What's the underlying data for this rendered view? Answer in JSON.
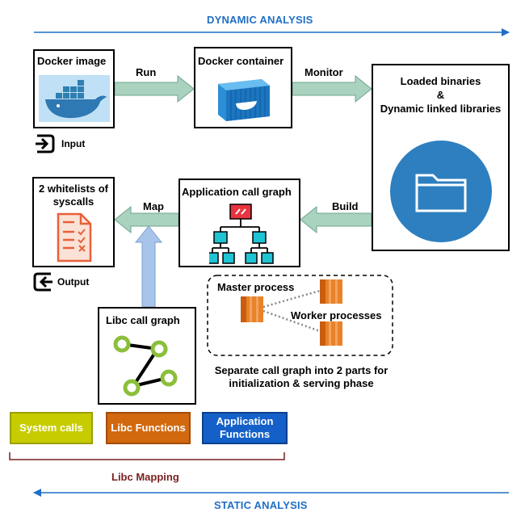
{
  "top_title": "DYNAMIC ANALYSIS",
  "bottom_title": "STATIC ANALYSIS",
  "boxes": {
    "docker_image": "Docker image",
    "docker_container": "Docker container",
    "loaded_binaries_line1": "Loaded binaries",
    "loaded_binaries_line2": "&",
    "loaded_binaries_line3": "Dynamic linked libraries",
    "whitelists_line1": "2 whitelists of",
    "whitelists_line2": "syscalls",
    "app_call_graph": "Application call graph",
    "libc_call_graph": "Libc call graph"
  },
  "arrows": {
    "run": "Run",
    "monitor": "Monitor",
    "build": "Build",
    "map": "Map"
  },
  "io": {
    "input": "Input",
    "output": "Output"
  },
  "process": {
    "master": "Master process",
    "worker": "Worker processes",
    "caption_line1": "Separate call graph into 2 parts for",
    "caption_line2": "initialization & serving phase"
  },
  "mapping": {
    "system_calls": "System calls",
    "libc_functions": "Libc Functions",
    "application_functions_line1": "Application",
    "application_functions_line2": "Functions",
    "libc_mapping": "Libc Mapping"
  },
  "colors": {
    "blue_arrow": "#1f6fc6",
    "green_arrow": "#9cc8b4",
    "system_calls": "#c6cc00",
    "libc_functions": "#d2690f",
    "application_functions": "#1460c8",
    "folder_circle": "#2e7fbf",
    "libc_mapping": "#7a1f1f"
  }
}
